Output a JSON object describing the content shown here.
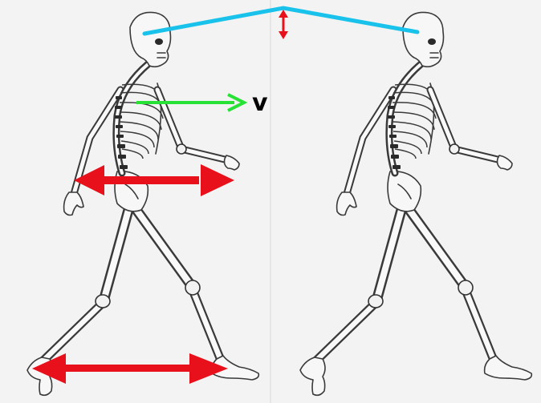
{
  "annotations": {
    "velocity_label": "v"
  },
  "colors": {
    "head_line": "#19c2ea",
    "velocity_arrow": "#27e135",
    "double_arrow": "#e8101b",
    "bone_outline": "#3a3a3a",
    "bone_fill": "#f7f7f7"
  },
  "figures": [
    {
      "name": "skeleton-left",
      "pose": "mid-stride"
    },
    {
      "name": "skeleton-right",
      "pose": "mid-stride"
    }
  ]
}
